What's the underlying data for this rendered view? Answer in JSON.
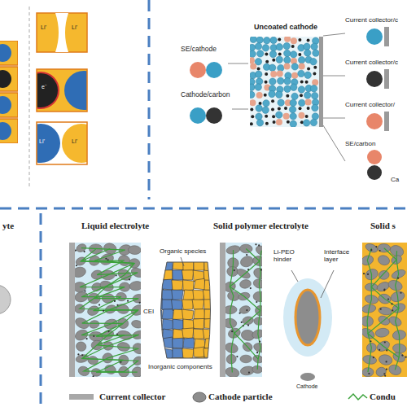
{
  "diagram": {
    "nodes": [
      {
        "text": [
          "Uncoated cathode"
        ]
      },
      {
        "text": [
          "SE/cathode"
        ]
      },
      {
        "text": [
          "Cathode/carbon"
        ]
      },
      {
        "text": [
          "Current collector/c"
        ]
      },
      {
        "text": [
          "Current collector/c"
        ]
      },
      {
        "text": [
          "Current collector/"
        ]
      },
      {
        "text": [
          "SE/carbon"
        ]
      }
    ],
    "edges": [
      {
        "from": 1,
        "to": 0,
        "arrow": "none"
      },
      {
        "from": 2,
        "to": 0,
        "arrow": "none"
      },
      {
        "from": 0,
        "to": 3,
        "arrow": "none"
      },
      {
        "from": 0,
        "to": 4,
        "arrow": "none"
      },
      {
        "from": 0,
        "to": 5,
        "arrow": "none"
      },
      {
        "from": 0,
        "to": 6,
        "arrow": "none"
      }
    ],
    "labels": [
      "Li⁺",
      "Li⁺",
      "e⁻",
      "Li⁺",
      "Li⁺",
      "Ca",
      "yte",
      "Liquid electrolyte",
      "Organic species",
      "CEI",
      "Inorganic components",
      "Solid polymer electrolyte",
      "Li-PEO hinder",
      "Interface layer",
      "Cathode",
      "Solid s"
    ],
    "legend": [
      {
        "text": "Current collector",
        "color": "#a8a8a8"
      },
      {
        "text": "Cathode particle"
      },
      {
        "text": "Condu"
      }
    ]
  }
}
